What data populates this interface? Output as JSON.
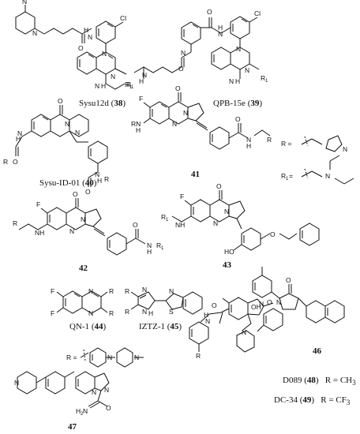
{
  "compounds": [
    {
      "name": "Sysu12d",
      "num": "38"
    },
    {
      "name": "QPB-15e",
      "num": "39"
    },
    {
      "name": "Sysu-ID-01",
      "num": "40"
    },
    {
      "name": "",
      "num": "41"
    },
    {
      "name": "",
      "num": "42"
    },
    {
      "name": "",
      "num": "43"
    },
    {
      "name": "QN-1",
      "num": "44"
    },
    {
      "name": "IZTZ-1",
      "num": "45"
    },
    {
      "name": "",
      "num": "46"
    },
    {
      "name": "",
      "num": "47"
    },
    {
      "name": "D089",
      "num": "48",
      "r": "R = CH",
      "rsub": "3"
    },
    {
      "name": "DC-34",
      "num": "49",
      "r": "R = CF",
      "rsub": "3"
    }
  ],
  "substituents": {
    "r_label": "R =",
    "r1_label": "R",
    "r1_sub": "1",
    "r1_eq": " ="
  }
}
